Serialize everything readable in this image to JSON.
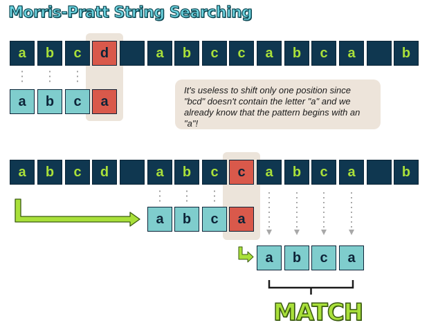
{
  "title": "Morris-Pratt String Searching",
  "note": "It's useless to shift only one position since \"bcd\" doesn't contain the letter \"a\" and we already know that the pattern begins with an \"a\"!",
  "text_row_1": [
    "a",
    "b",
    "c",
    "d",
    "",
    "a",
    "b",
    "c",
    "c",
    "a",
    "b",
    "c",
    "a",
    "",
    "b"
  ],
  "pattern_1": [
    "a",
    "b",
    "c",
    "a"
  ],
  "text_row_2": [
    "a",
    "b",
    "c",
    "d",
    "",
    "a",
    "b",
    "c",
    "c",
    "a",
    "b",
    "c",
    "a",
    "",
    "b"
  ],
  "pattern_2": [
    "a",
    "b",
    "c",
    "a"
  ],
  "pattern_3": [
    "a",
    "b",
    "c",
    "a"
  ],
  "match_label": "MATCH",
  "colors": {
    "text_cell": "#0f3750",
    "text_letter": "#a9e03a",
    "mismatch": "#d9594b",
    "pattern_cell": "#7fcdcd",
    "highlight_band": "#ece4da",
    "shift_arrow": "#a9e03a"
  }
}
